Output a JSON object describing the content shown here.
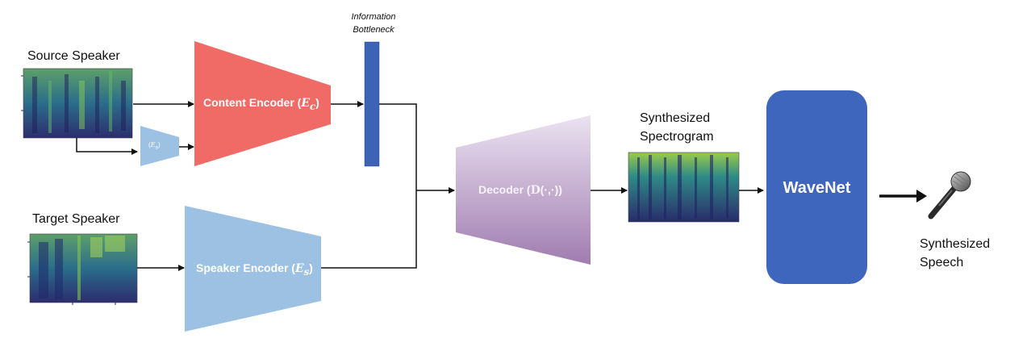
{
  "labels": {
    "source_speaker": "Source Speaker",
    "target_speaker": "Target Speaker",
    "information_bottleneck_line1": "Information",
    "information_bottleneck_line2": "Bottleneck",
    "synthesized_spectrogram_line1": "Synthesized",
    "synthesized_spectrogram_line2": "Spectrogram",
    "synthesized_speech_line1": "Synthesized",
    "synthesized_speech_line2": "Speech"
  },
  "blocks": {
    "content_encoder": {
      "label": "Content Encoder (",
      "symbol": "E",
      "subscript": "c",
      "close": ")"
    },
    "speaker_encoder": {
      "label": "Speaker Encoder (",
      "symbol": "E",
      "subscript": "s",
      "close": ")"
    },
    "small_encoder": {
      "label": "(",
      "symbol": "E",
      "subscript": "s",
      "close": ")"
    },
    "decoder": {
      "label": "Decoder (",
      "symbol": "D",
      "args": "(·,·)",
      "close": ")"
    },
    "wavenet": {
      "label": "WaveNet"
    }
  },
  "colors": {
    "content_encoder": "#f06a66",
    "speaker_encoder": "#9dc1e3",
    "small_encoder": "#9dc1e3",
    "bottleneck": "#3d63b5",
    "decoder_top": "#e7dcef",
    "decoder_bottom": "#a27fb2",
    "wavenet": "#3f66bd",
    "arrow": "#111111"
  },
  "icons": {
    "microphone": "microphone-icon",
    "spectrogram": "spectrogram-image"
  }
}
